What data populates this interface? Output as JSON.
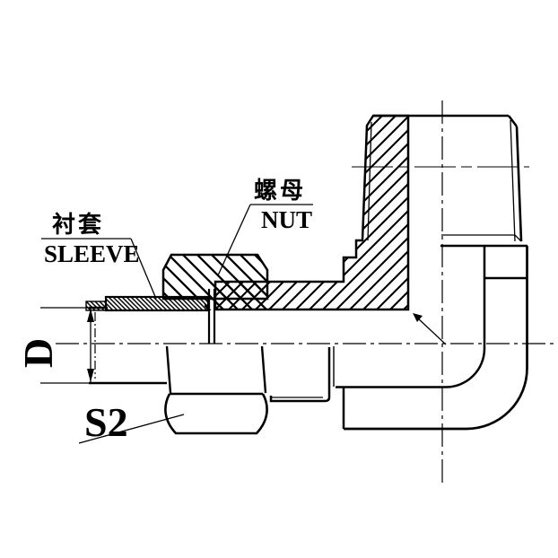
{
  "drawing": {
    "type": "technical-drawing",
    "description": "90 degree elbow compression fitting assembly, half-section view",
    "labels": {
      "sleeve_cn": "衬套",
      "sleeve_en": "SLEEVE",
      "nut_cn": "螺母",
      "nut_en": "NUT",
      "tube_diameter": "D",
      "wrench_size": "S2"
    },
    "colors": {
      "line": "#000000",
      "background": "#ffffff"
    }
  }
}
